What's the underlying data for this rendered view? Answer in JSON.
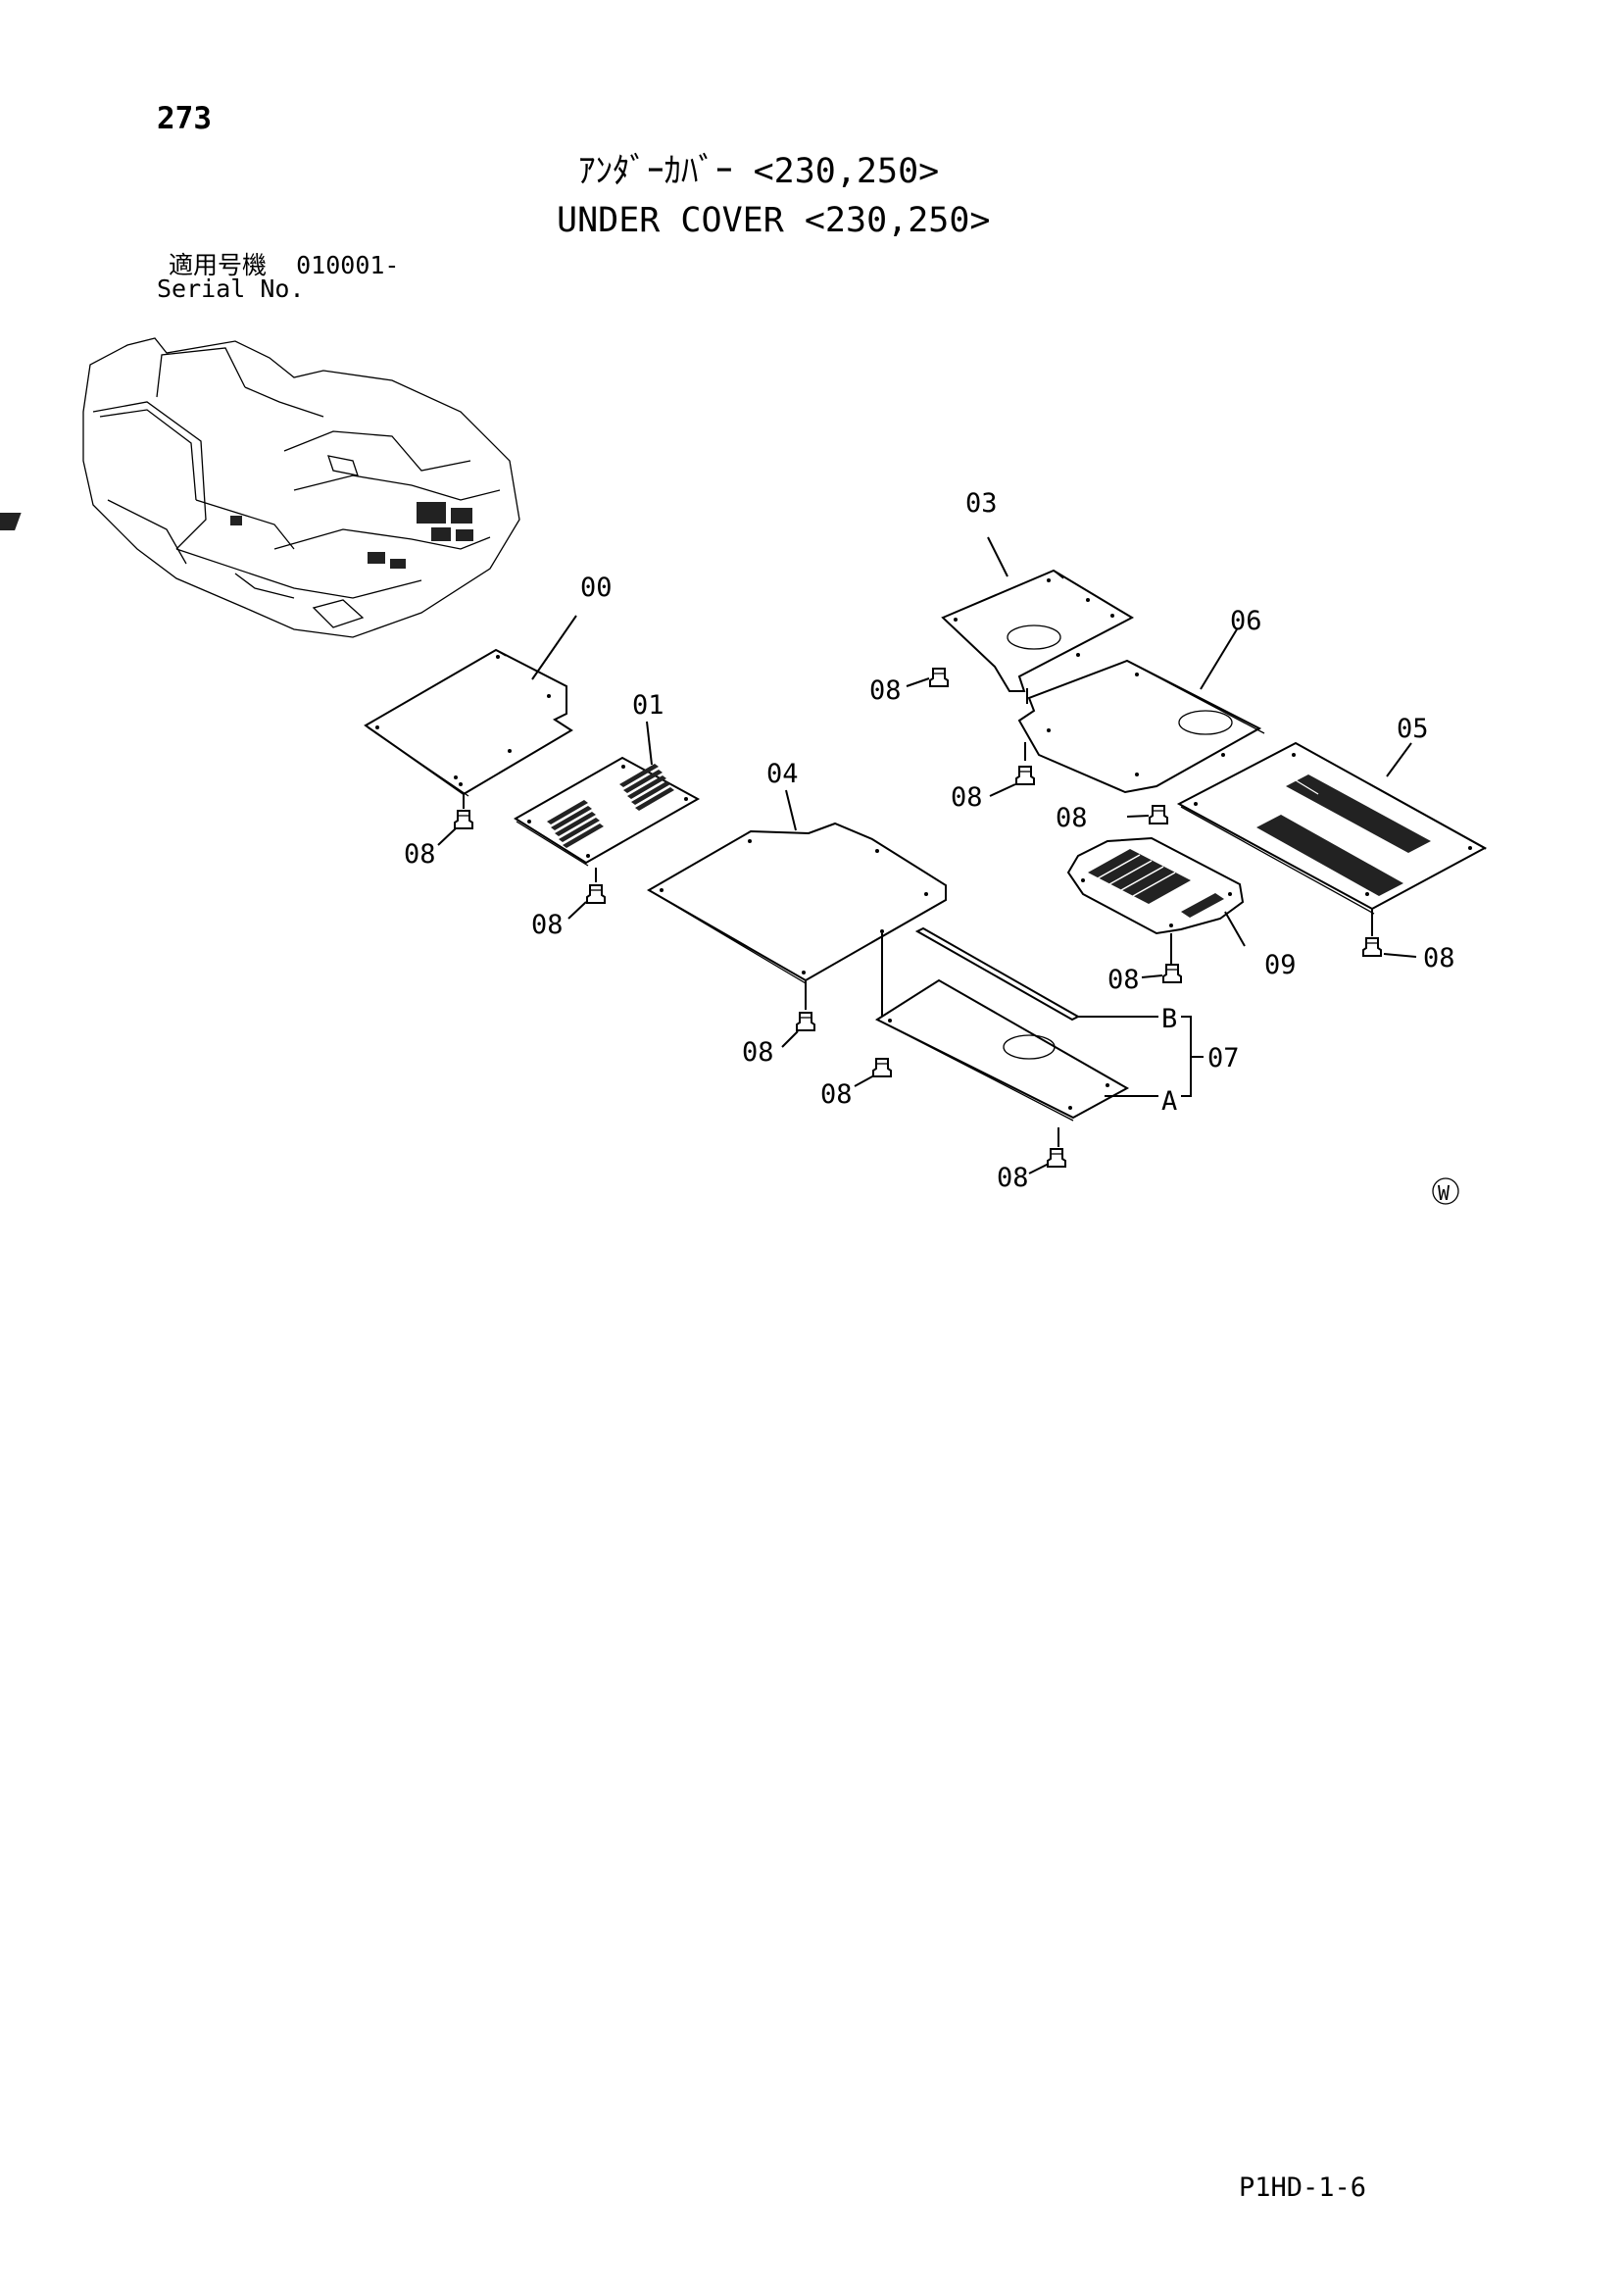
{
  "page": {
    "number": "273",
    "title_jp": "ｱﾝﾀﾞｰｶﾊﾞｰ <230,250>",
    "title_en": "UNDER COVER <230,250>",
    "serial_label_jp": "適用号機",
    "serial_value": "010001-",
    "serial_label_en": "Serial No.",
    "doc_code": "P1HD-1-6",
    "mark": "W"
  },
  "callouts": {
    "c00": "00",
    "c01": "01",
    "c03": "03",
    "c04": "04",
    "c05": "05",
    "c06": "06",
    "c07": "07",
    "c09": "09",
    "bolt": "08",
    "a": "A",
    "b": "B"
  },
  "icons": [
    "excavator-overview-icon",
    "bolt-icon",
    "w-mark-icon"
  ]
}
